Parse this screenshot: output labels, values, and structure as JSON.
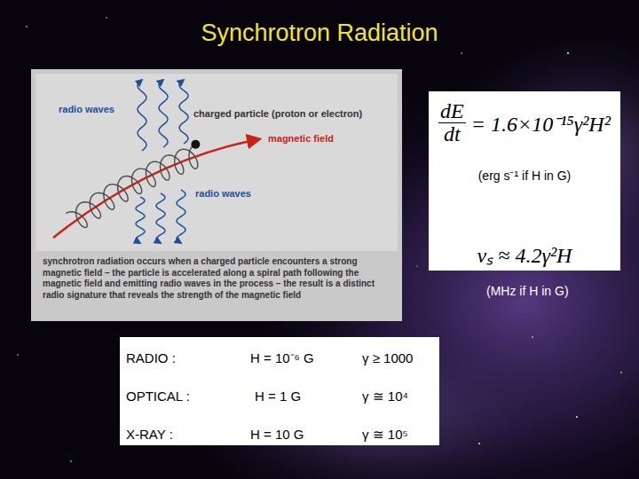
{
  "diagram": {
    "title": "Synchrotron Radiation",
    "nodes": [
      {
        "text": [
          "dE",
          "dt",
          "= 1.6×10⁻¹⁵γ²H²",
          "(erg s⁻¹ if H in G)"
        ]
      },
      {
        "text": [
          "νₛ ≈ 4.2γ²H"
        ]
      }
    ],
    "labels": [
      "radio waves",
      "charged particle (proton or electron)",
      "magnetic field",
      "radio waves",
      "synchrotron radiation occurs when a charged particle encounters a strong magnetic field – the particle is accelerated along a spiral path following the magnetic field and emitting radio waves in the process – the result is a distinct radio signature that reveals the strength of the magnetic field",
      "(MHz if H in G)",
      "RADIO :",
      "H = 10⁻⁶ G",
      "γ ≥ 1000",
      "OPTICAL :",
      "H = 1 G",
      "γ ≅ 10⁴",
      "X-RAY :",
      "H = 10 G",
      "γ ≅ 10⁵"
    ]
  }
}
